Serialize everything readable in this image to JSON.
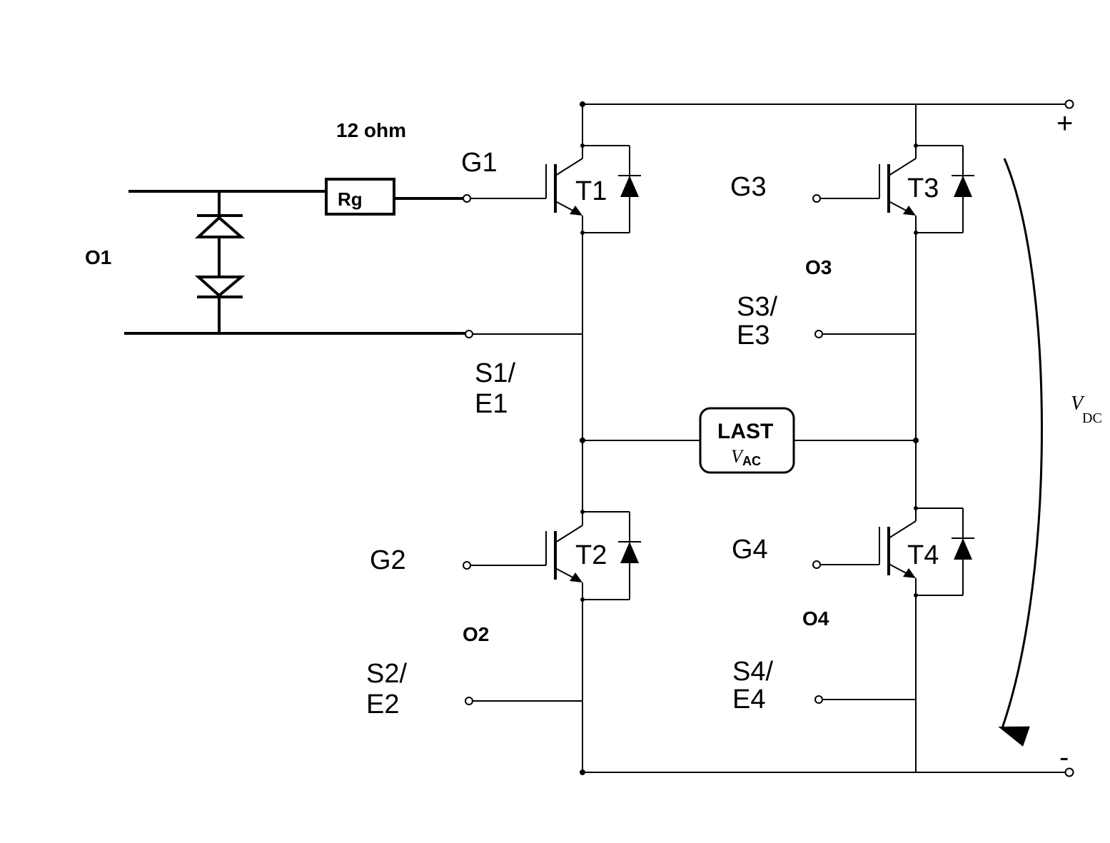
{
  "labels": {
    "resistor_value": "12 ohm",
    "resistor": "Rg",
    "o1": "O1",
    "o2": "O2",
    "o3": "O3",
    "o4": "O4",
    "g1": "G1",
    "g2": "G2",
    "g3": "G3",
    "g4": "G4",
    "t1": "T1",
    "t2": "T2",
    "t3": "T3",
    "t4": "T4",
    "s1": "S1/",
    "e1": "E1",
    "s2": "S2/",
    "e2": "E2",
    "s3": "S3/",
    "e3": "E3",
    "s4": "S4/",
    "e4": "E4",
    "load": "LAST",
    "vac_v": "V",
    "vac_sub": "AC",
    "vdc_v": "V",
    "vdc_sub": "DC",
    "plus": "+",
    "minus": "-"
  }
}
